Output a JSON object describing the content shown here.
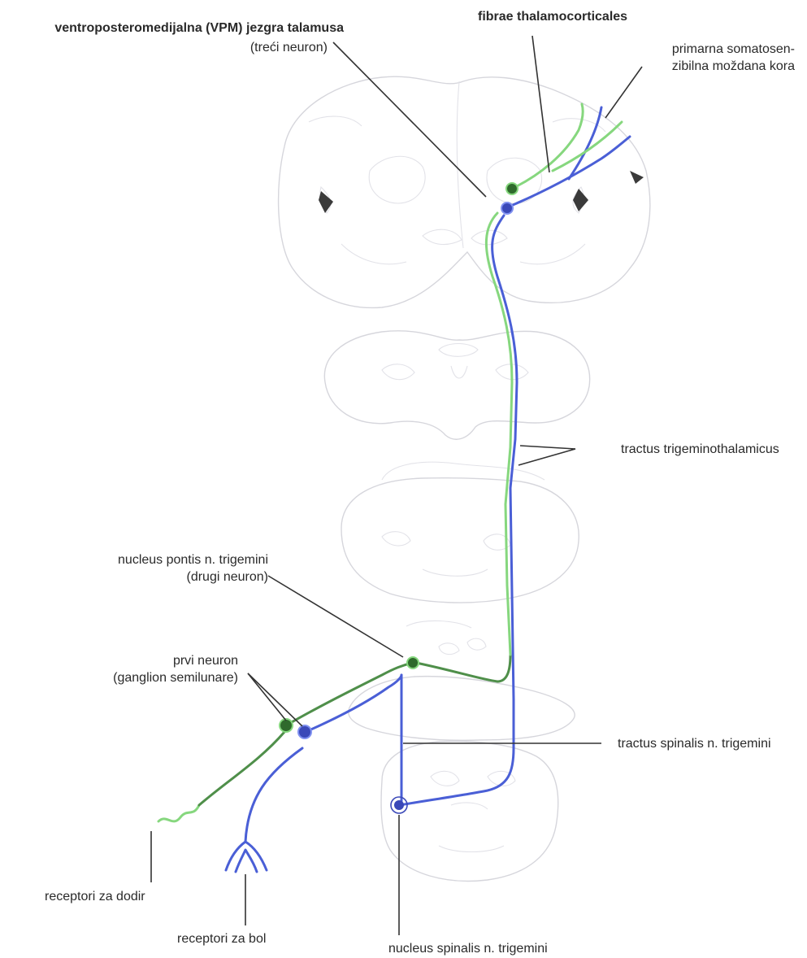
{
  "labels": {
    "vpm": {
      "line1": "ventroposteromedijalna (VPM) jezgra talamusa",
      "line2": "(treći neuron)"
    },
    "thalamocortical": "fibrae thalamocorticales",
    "cortex": {
      "line1": "primarna somatosen-",
      "line2": "zibilna moždana kora"
    },
    "trigeminothalamic": "tractus trigeminothalamicus",
    "pontis": {
      "line1": "nucleus pontis n. trigemini",
      "line2": "(drugi neuron)"
    },
    "first_neuron": {
      "line1": "prvi neuron",
      "line2": "(ganglion semilunare)"
    },
    "spinal_tract": "tractus spinalis n. trigemini",
    "touch_receptors": "receptori za dodir",
    "pain_receptors": "receptori za bol",
    "spinal_nucleus": "nucleus spinalis n. trigemini"
  },
  "colors": {
    "pain_pathway": "#4a5fd6",
    "touch_pathway": "#86d77e",
    "touch_pathway_dark": "#4f8f4a",
    "neuron_blue": "#3a48b8",
    "neuron_green": "#2f6a2c",
    "brain_outline": "#d6d6dc",
    "leader_line": "#333333"
  }
}
